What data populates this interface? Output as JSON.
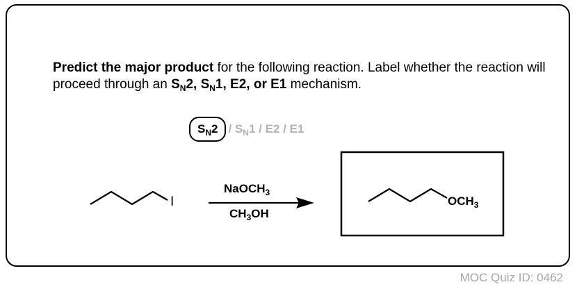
{
  "question": {
    "bold_lead": "Predict the major product",
    "text_1": " for the following reaction. Label whether the reaction will proceed through an ",
    "m1_main": "S",
    "m1_sub": "N",
    "m1_tail": "2, ",
    "m2_main": "S",
    "m2_sub": "N",
    "m2_tail": "1, E2, or E1",
    "text_2": " mechanism."
  },
  "choices": {
    "selected_main": "S",
    "selected_sub": "N",
    "selected_tail": "2",
    "others_sep": "/ ",
    "others_main": "S",
    "others_sub": "N",
    "others_tail": "1 / E2 / E1"
  },
  "reactant": {
    "leaving_group": "I"
  },
  "reagents": {
    "above_1": "NaOCH",
    "above_sub": "3",
    "below_1": "CH",
    "below_sub": "3",
    "below_2": "OH"
  },
  "product": {
    "group_1": "OCH",
    "group_sub": "3"
  },
  "footer": {
    "quiz_id": "MOC Quiz ID: 0462"
  }
}
